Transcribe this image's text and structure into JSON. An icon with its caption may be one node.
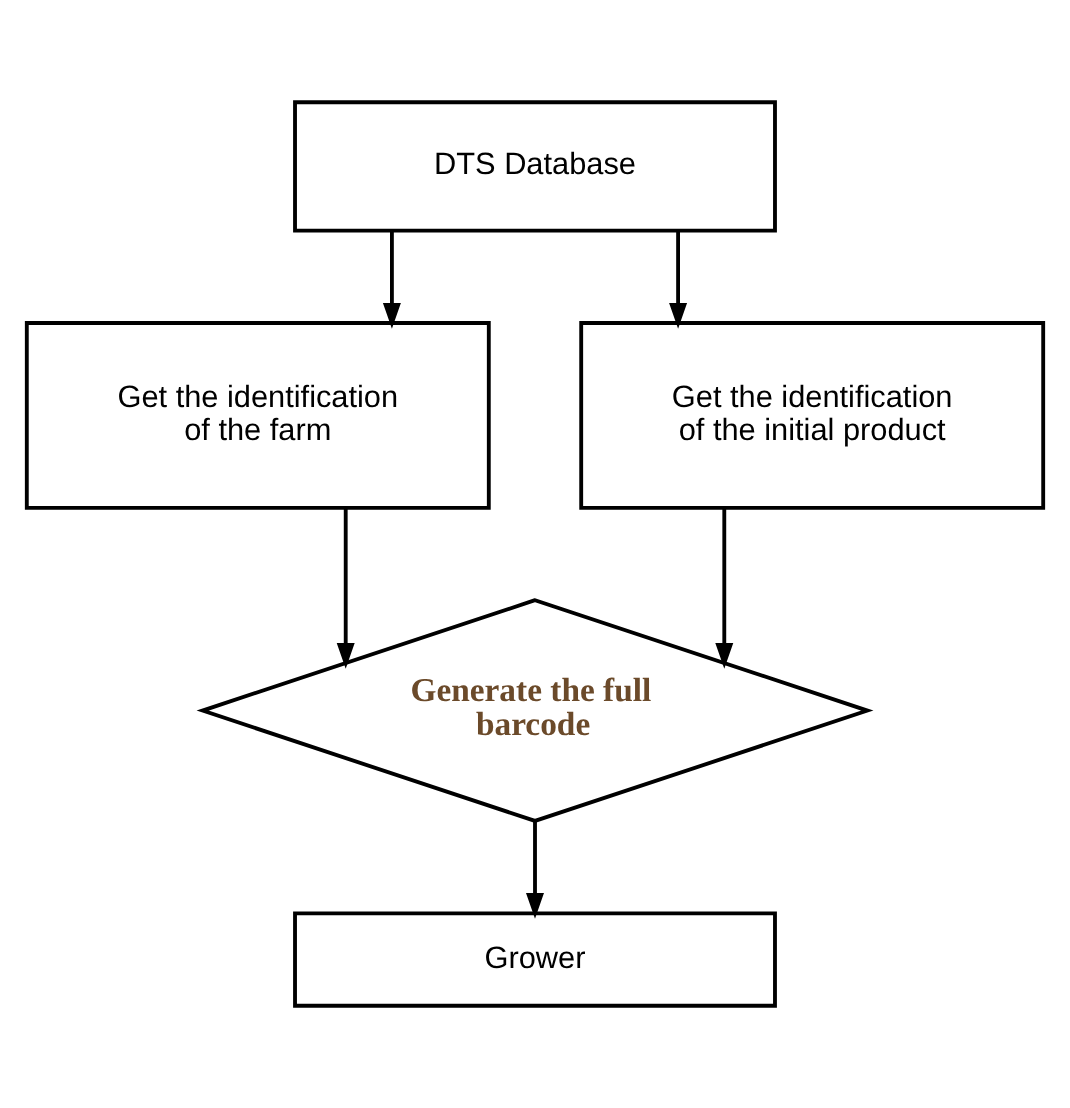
{
  "diagram": {
    "nodes": [
      {
        "text": [
          "DTS Database"
        ]
      },
      {
        "text": [
          "Get the identification of the farm"
        ]
      },
      {
        "text": [
          "Get the identification of the initial product"
        ]
      },
      {
        "text": [
          "Generate the full barcode"
        ]
      },
      {
        "text": [
          "Grower"
        ]
      }
    ],
    "edges": [
      {
        "from": 0,
        "to": 1,
        "arrow": "to"
      },
      {
        "from": 0,
        "to": 2,
        "arrow": "to"
      },
      {
        "from": 1,
        "to": 3,
        "arrow": "to"
      },
      {
        "from": 2,
        "to": 3,
        "arrow": "to"
      },
      {
        "from": 3,
        "to": 4,
        "arrow": "to"
      }
    ]
  }
}
